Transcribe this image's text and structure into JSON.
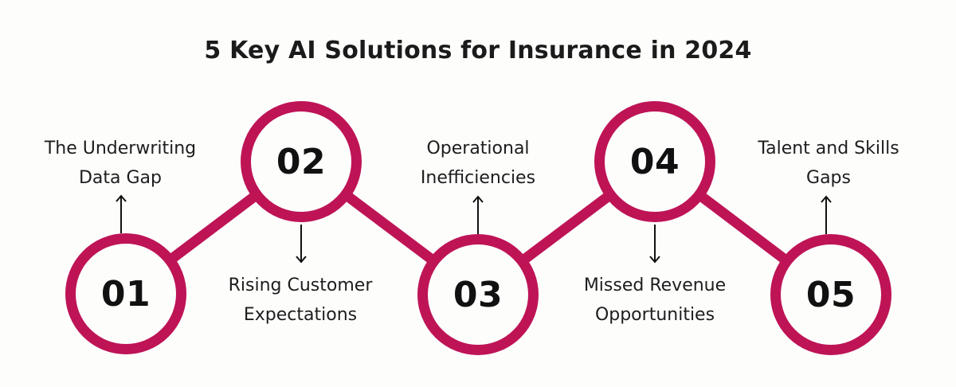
{
  "title": "5 Key AI Solutions for Insurance in 2024",
  "colors": {
    "accent": "#BE1456",
    "text": "#1B1B1B",
    "background": "#FDFDFC",
    "arrow": "#111111"
  },
  "steps": [
    {
      "number": "01",
      "label_line1": "The Underwriting",
      "label_line2": "Data Gap",
      "label_position": "above",
      "arrow": "up"
    },
    {
      "number": "02",
      "label_line1": "Rising Customer",
      "label_line2": "Expectations",
      "label_position": "below",
      "arrow": "down"
    },
    {
      "number": "03",
      "label_line1": "Operational",
      "label_line2": "Inefficiencies",
      "label_position": "above",
      "arrow": "up"
    },
    {
      "number": "04",
      "label_line1": "Missed Revenue",
      "label_line2": "Opportunities",
      "label_position": "below",
      "arrow": "down"
    },
    {
      "number": "05",
      "label_line1": "Talent and Skills",
      "label_line2": "Gaps",
      "label_position": "above",
      "arrow": "up"
    }
  ]
}
